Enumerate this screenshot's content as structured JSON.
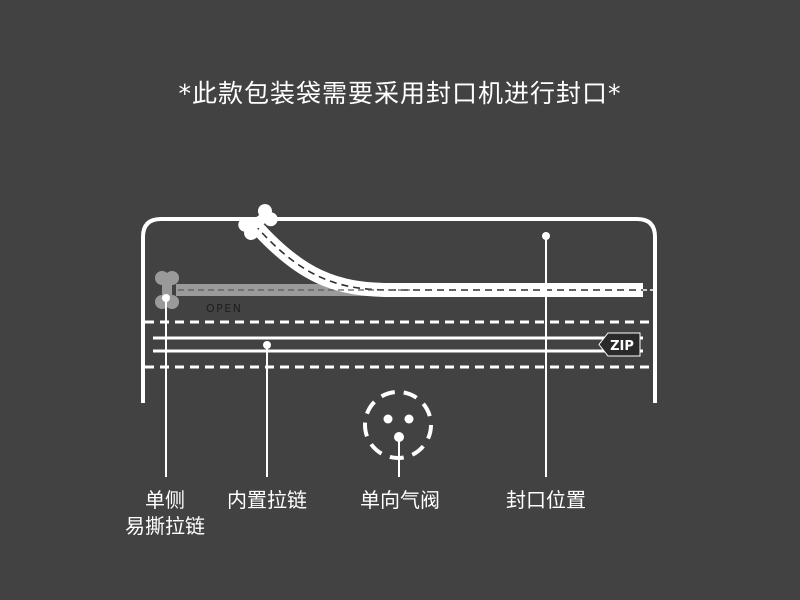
{
  "title": "*此款包装袋需要采用封口机进行封口*",
  "diagram": {
    "open_text": "OPEN",
    "zip_badge": "ZIP"
  },
  "labels": {
    "tear_line1": "单侧",
    "tear_line2": "易撕拉链",
    "inner_zipper": "内置拉链",
    "valve": "单向气阀",
    "seal_position": "封口位置"
  },
  "colors": {
    "background": "#424242",
    "line": "#ffffff",
    "tab_gray": "#9a9a9a",
    "badge_bg": "#2a2a2a"
  }
}
